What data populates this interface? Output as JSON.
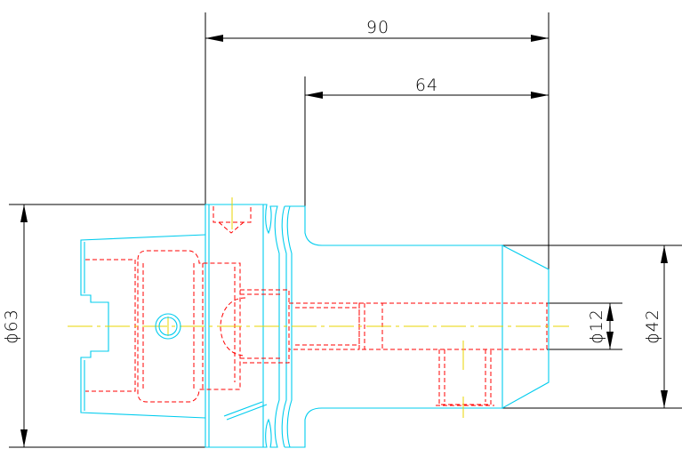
{
  "drawing": {
    "dimensions": {
      "overall_length": "90",
      "shank_length": "64",
      "flange_diameter": "ϕ63",
      "bore_diameter": "ϕ12",
      "nose_diameter": "ϕ42"
    },
    "colors": {
      "outline": "#00ccee",
      "hidden": "#ff0000",
      "centerline": "#e8d400",
      "dimension": "#000000"
    }
  }
}
